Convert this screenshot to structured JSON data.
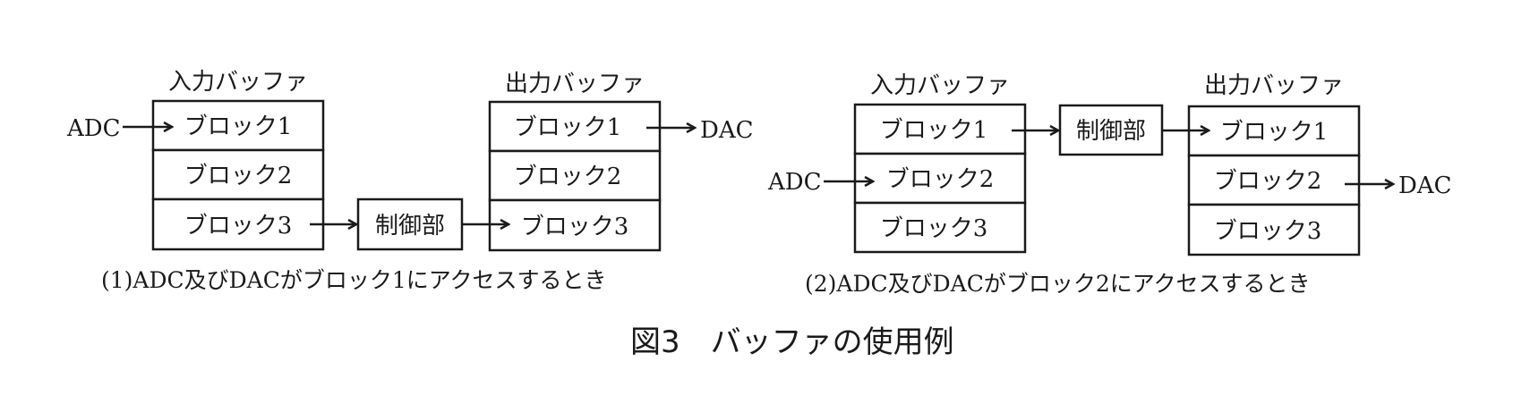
{
  "diagram1": {
    "input_buffer_label": "入力バッファ",
    "output_buffer_label": "出力バッファ",
    "input_blocks": [
      "ブロック1",
      "ブロック2",
      "ブロック3"
    ],
    "output_blocks": [
      "ブロック1",
      "ブロック2",
      "ブロック3"
    ],
    "controller_label": "制御部",
    "adc_label": "ADC",
    "dac_label": "DAC",
    "caption": "(1)ADC及びDACがブロック1にアクセスするとき"
  },
  "diagram2": {
    "input_buffer_label": "入力バッファ",
    "output_buffer_label": "出力バッファ",
    "input_blocks": [
      "ブロック1",
      "ブロック2",
      "ブロック3"
    ],
    "output_blocks": [
      "ブロック1",
      "ブロック2",
      "ブロック3"
    ],
    "controller_label": "制御部",
    "adc_label": "ADC",
    "dac_label": "DAC",
    "caption": "(2)ADC及びDACがブロック2にアクセスするとき"
  },
  "figure_title": "図3　バッファの使用例"
}
